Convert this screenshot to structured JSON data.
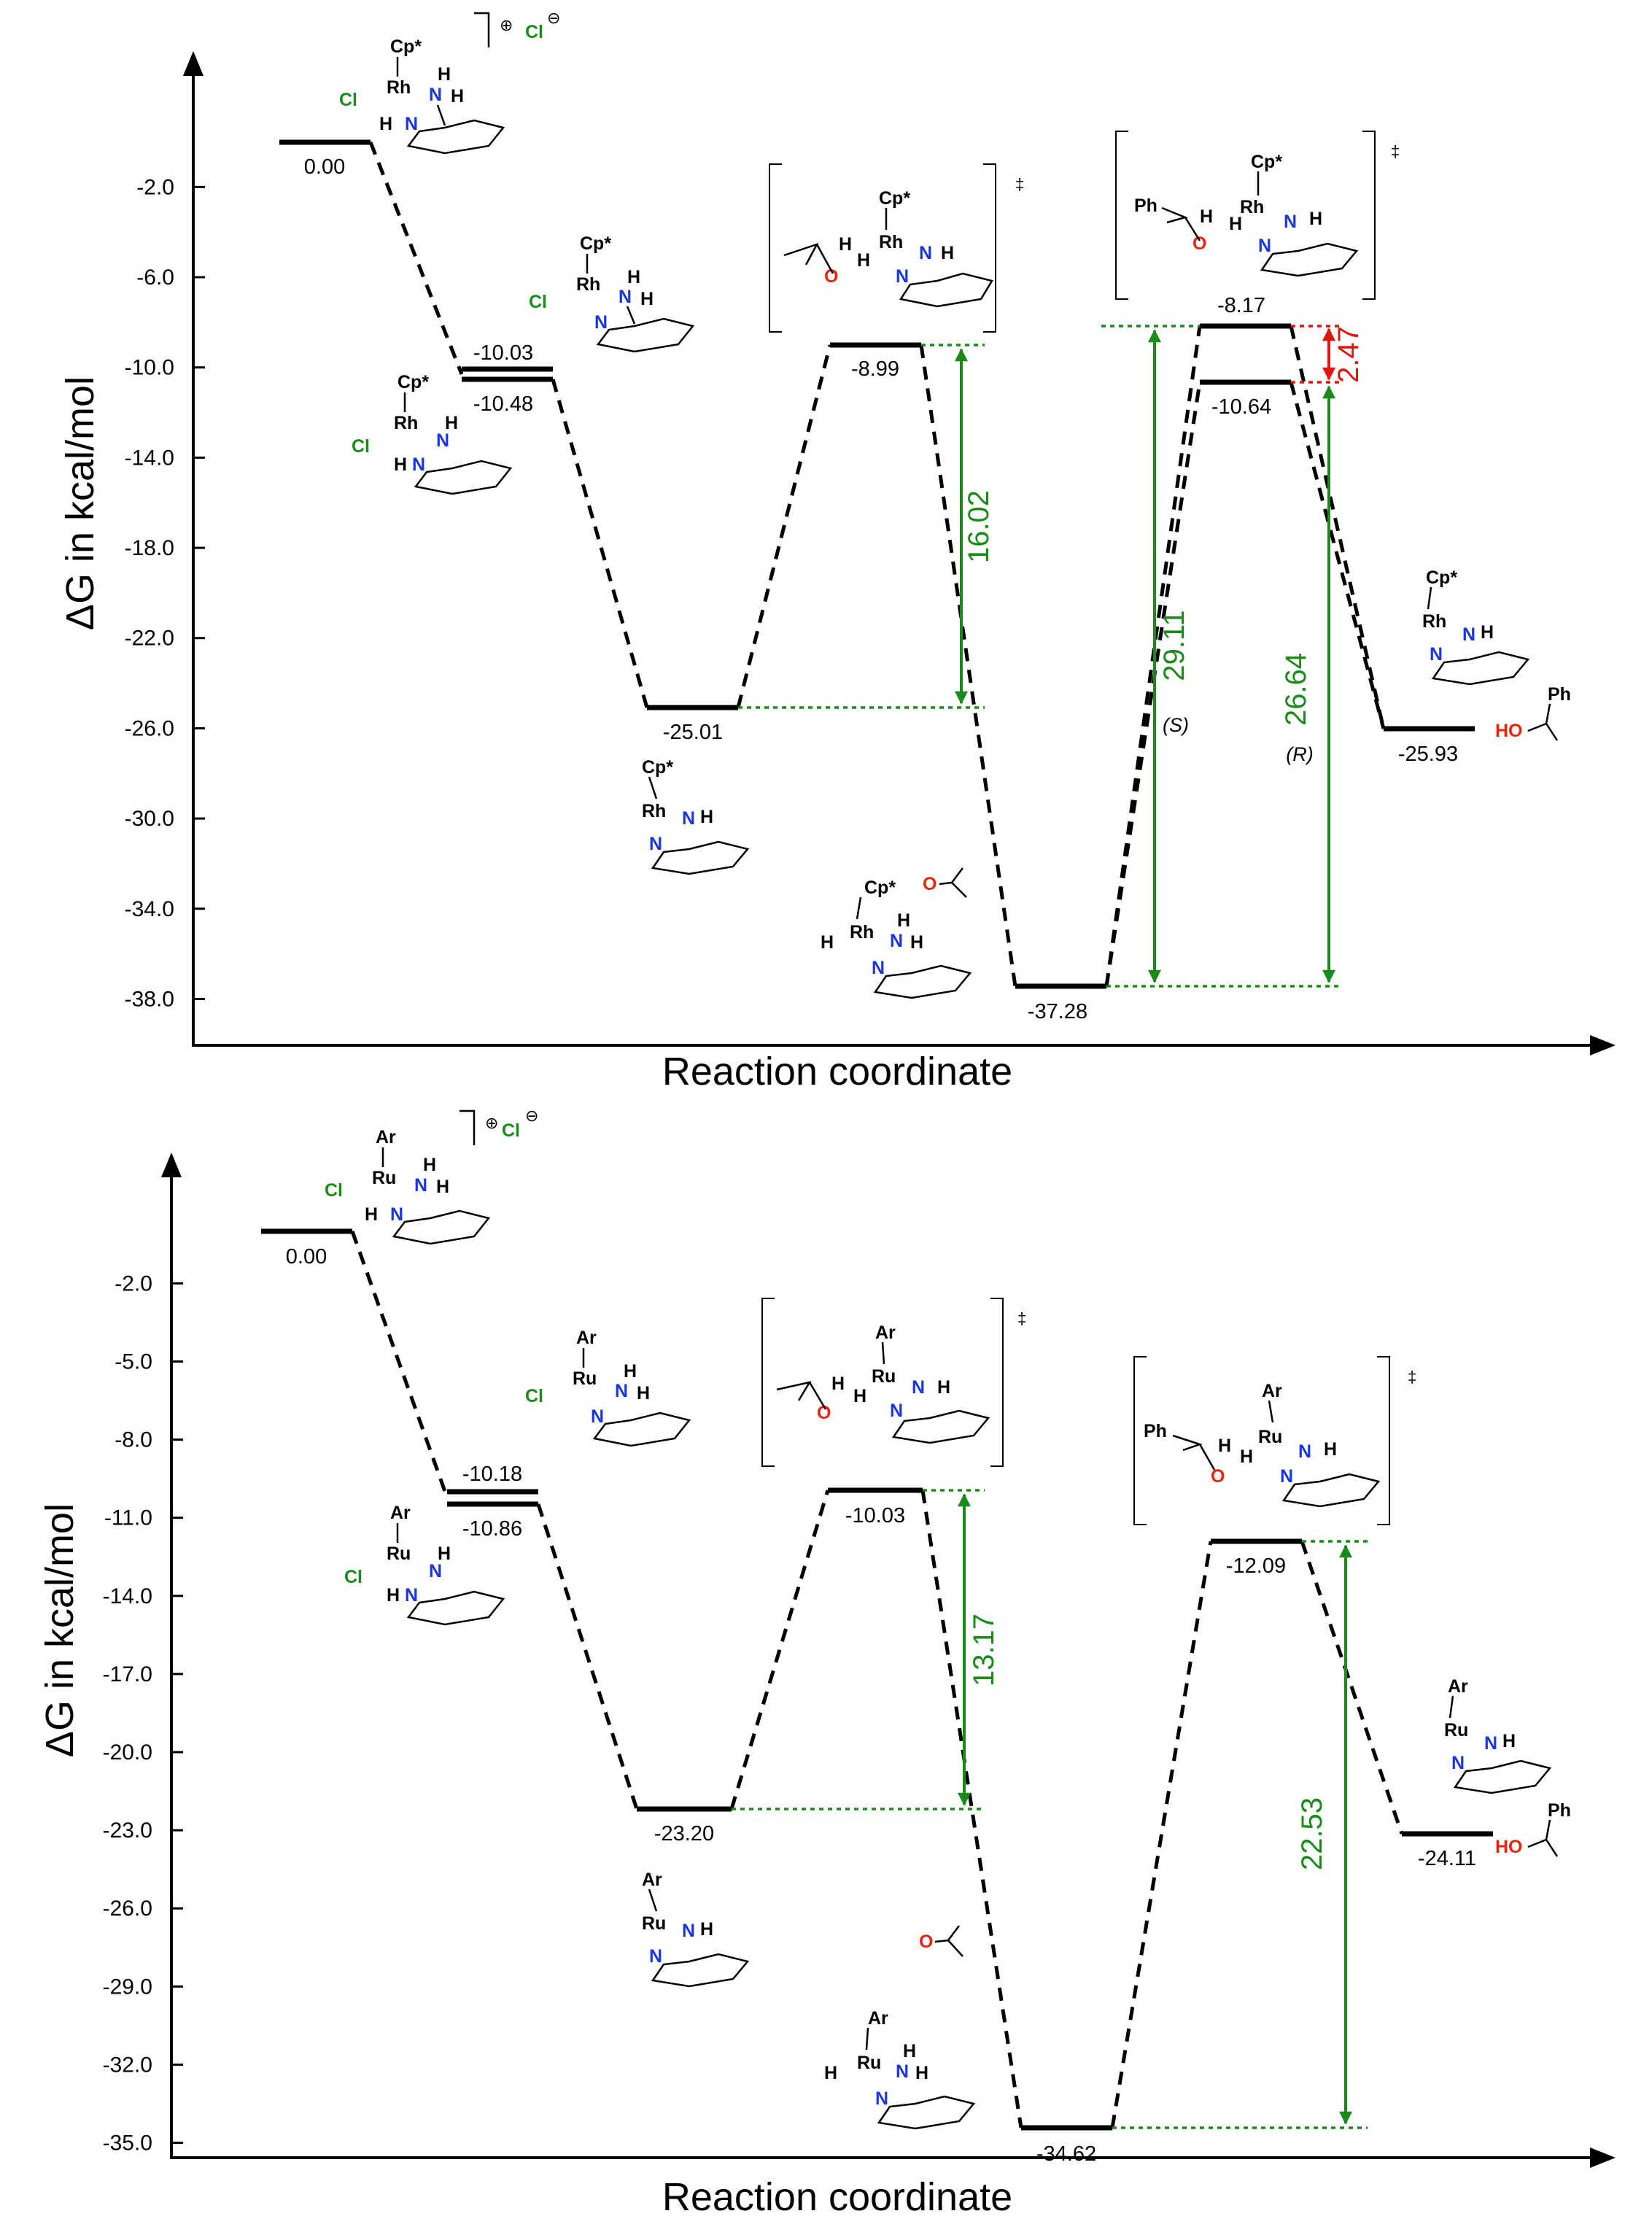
{
  "chart_data": [
    {
      "type": "energy_profile",
      "metal": "Rh",
      "ylabel": "ΔG in kcal/mol",
      "xlabel": "Reaction coordinate",
      "yticks": [
        -2.0,
        -6.0,
        -10.0,
        -14.0,
        -18.0,
        -22.0,
        -26.0,
        -30.0,
        -34.0,
        -38.0
      ],
      "ylim": [
        4.5,
        -40.5
      ],
      "levels": [
        {
          "value": 0.0,
          "label": "0.00"
        },
        {
          "value": -10.03,
          "label": "-10.03"
        },
        {
          "value": -10.48,
          "label": "-10.48"
        },
        {
          "value": -25.01,
          "label": "-25.01"
        },
        {
          "value": -8.99,
          "label": "-8.99"
        },
        {
          "value": -37.28,
          "label": "-37.28"
        },
        {
          "value": -8.17,
          "label": "-8.17"
        },
        {
          "value": -10.64,
          "label": "-10.64"
        },
        {
          "value": -25.93,
          "label": "-25.93"
        }
      ],
      "barriers": [
        {
          "value": "16.02",
          "from": -25.01,
          "to": -8.99,
          "color": "#1a8a1a"
        },
        {
          "value": "29.11",
          "from": -37.28,
          "to": -8.17,
          "color": "#1a8a1a",
          "note": "(S)"
        },
        {
          "value": "26.64",
          "from": -37.28,
          "to": -10.64,
          "color": "#1a8a1a",
          "note": "(R)"
        },
        {
          "value": "2.47",
          "from": -10.64,
          "to": -8.17,
          "color": "#e0150f"
        }
      ],
      "structure_text": {
        "cp": "Cp*",
        "rh": "Rh",
        "cl": "Cl",
        "n": "N",
        "h": "H",
        "o": "O",
        "ph": "Ph",
        "ho": "HO",
        "charge_plus": "⊕",
        "charge_minus": "⊖",
        "dagger": "‡"
      }
    },
    {
      "type": "energy_profile",
      "metal": "Ru",
      "ylabel": "ΔG in kcal/mol",
      "xlabel": "Reaction coordinate",
      "yticks": [
        -2.0,
        -5.0,
        -8.0,
        -11.0,
        -14.0,
        -17.0,
        -20.0,
        -23.0,
        -26.0,
        -29.0,
        -32.0,
        -35.0
      ],
      "ylim": [
        4.0,
        -37.0
      ],
      "levels": [
        {
          "value": 0.0,
          "label": "0.00"
        },
        {
          "value": -10.18,
          "label": "-10.18"
        },
        {
          "value": -10.86,
          "label": "-10.86"
        },
        {
          "value": -23.2,
          "label": "-23.20"
        },
        {
          "value": -10.03,
          "label": "-10.03"
        },
        {
          "value": -34.62,
          "label": "-34.62"
        },
        {
          "value": -12.09,
          "label": "-12.09"
        },
        {
          "value": -24.11,
          "label": "-24.11"
        }
      ],
      "barriers": [
        {
          "value": "13.17",
          "from": -23.2,
          "to": -10.03,
          "color": "#1a8a1a"
        },
        {
          "value": "22.53",
          "from": -34.62,
          "to": -12.09,
          "color": "#1a8a1a"
        }
      ],
      "structure_text": {
        "ar": "Ar",
        "ru": "Ru",
        "cl": "Cl",
        "n": "N",
        "h": "H",
        "o": "O",
        "ph": "Ph",
        "ho": "HO",
        "charge_plus": "⊕",
        "charge_minus": "⊖",
        "dagger": "‡"
      }
    }
  ]
}
